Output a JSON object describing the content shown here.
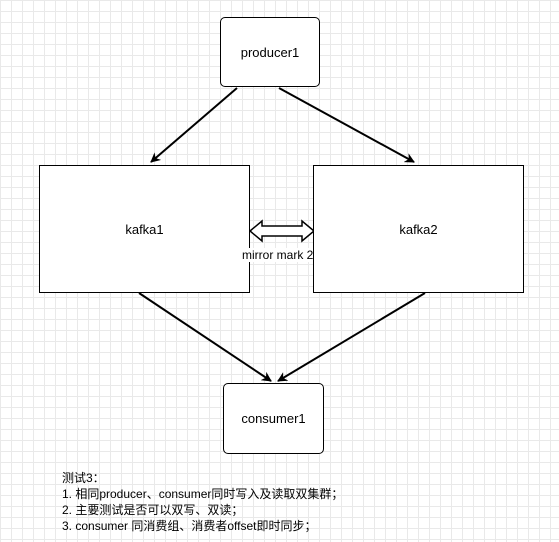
{
  "nodes": {
    "producer": "producer1",
    "kafka1": "kafka1",
    "kafka2": "kafka2",
    "consumer": "consumer1"
  },
  "edge_label": "mirror mark 2",
  "notes": {
    "title": "测试3：",
    "lines": [
      "1. 相同producer、consumer同时写入及读取双集群；",
      "2. 主要测试是否可以双写、双读；",
      "3. consumer 同消费组、消费者offset即时同步；"
    ]
  }
}
